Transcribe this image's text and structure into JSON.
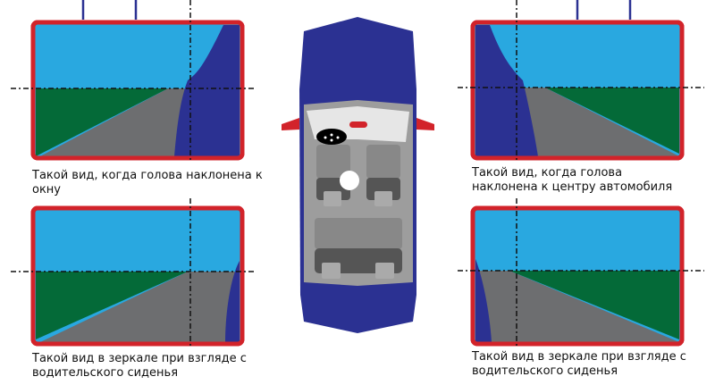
{
  "captions": {
    "top_left": "Такой вид, когда голова наклонена к окну",
    "top_right": "Такой вид, когда голова наклонена к центру автомобиля",
    "bottom_left": "Такой вид в зеркале при взгляде с водительского сиденья",
    "bottom_right": "Такой вид в зеркале при взгляде с водительского сиденья"
  },
  "colors": {
    "frame": "#d2232a",
    "sky": "#29a8e0",
    "grass": "#046a38",
    "road": "#6d6e70",
    "car": "#2b3192",
    "interior": "#9d9d9d"
  }
}
